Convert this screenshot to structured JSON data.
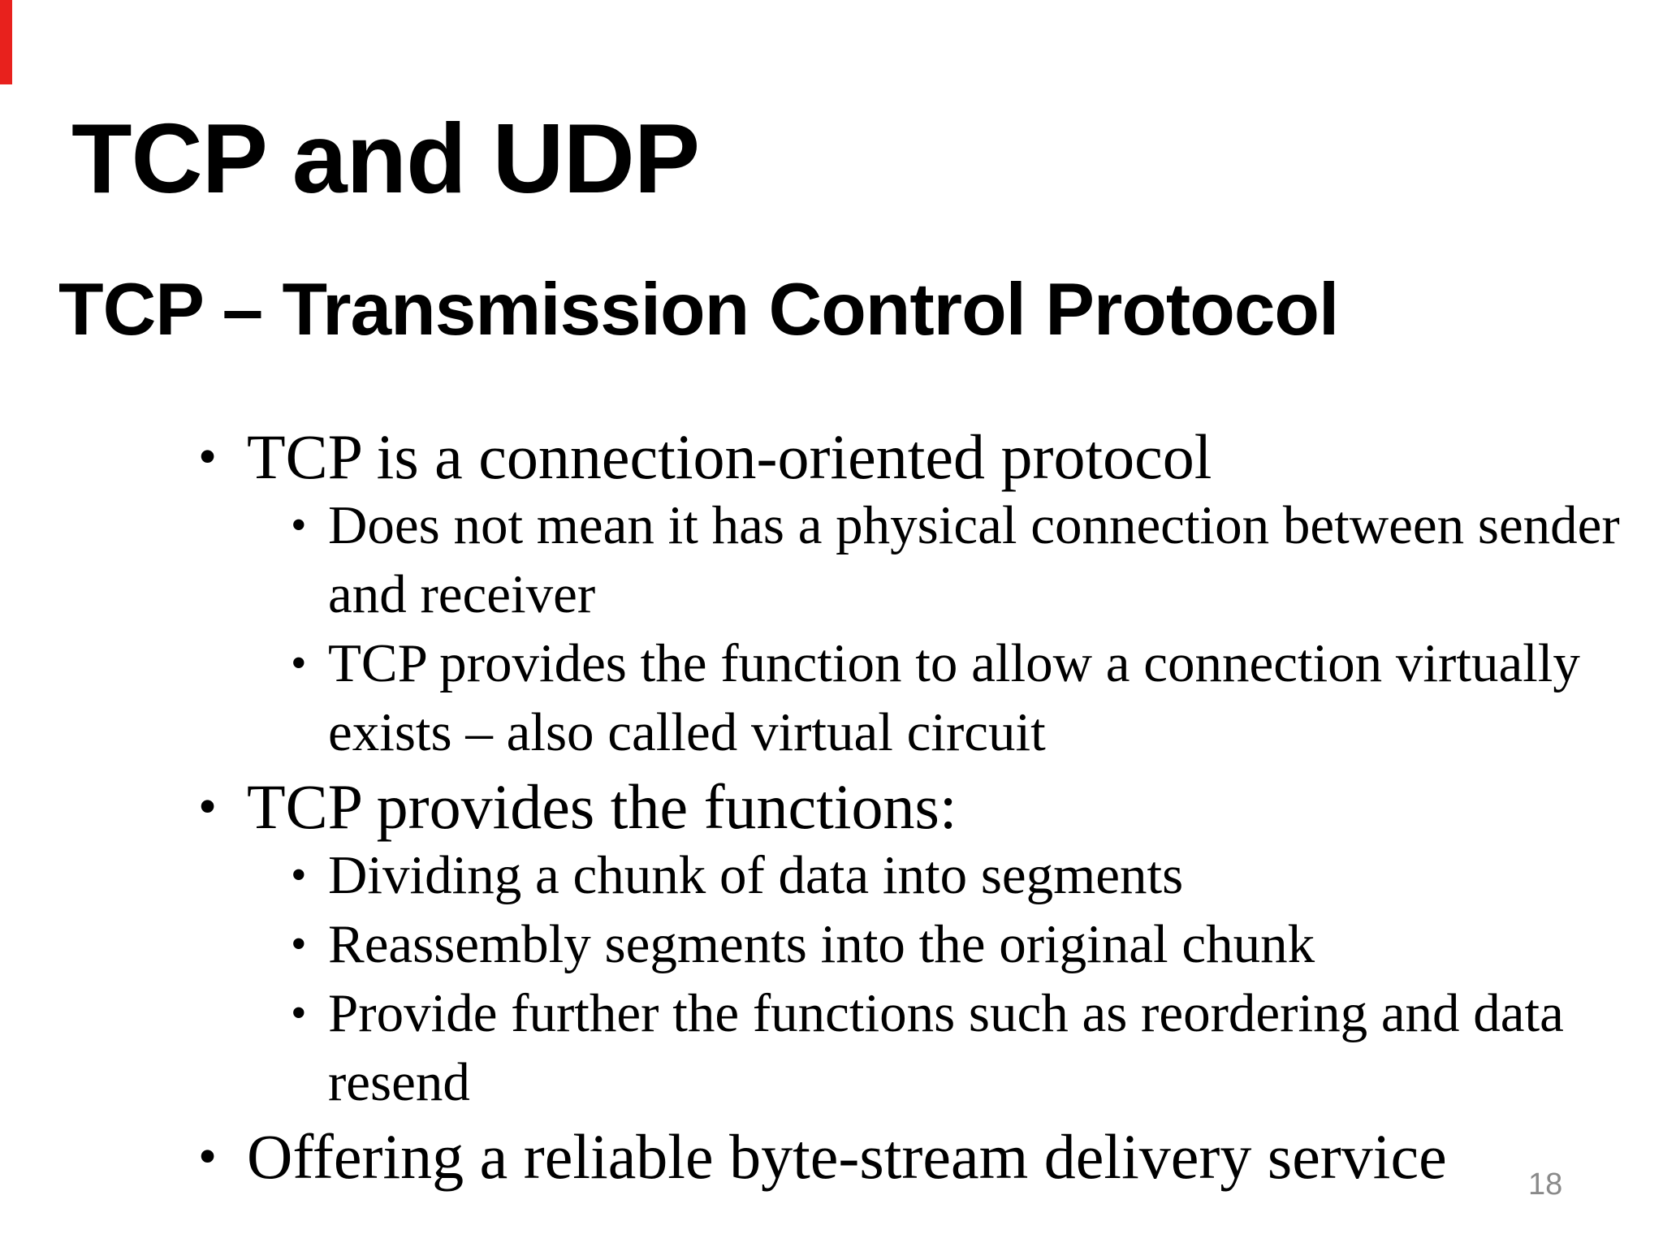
{
  "slide": {
    "title": "TCP and UDP",
    "subtitle": "TCP – Transmission Control Protocol",
    "bullet_char": "•",
    "accent_color": "#e8211d",
    "page_number_color": "#8a8a8a",
    "page_number": "18",
    "bullets": [
      {
        "level": 1,
        "text": "TCP is a connection-oriented protocol"
      },
      {
        "level": 2,
        "text": "Does not mean it has a physical connection between sender\nand receiver"
      },
      {
        "level": 2,
        "text": "TCP provides the function to allow a connection virtually\nexists – also called virtual circuit"
      },
      {
        "level": 1,
        "text": "TCP provides the functions:"
      },
      {
        "level": 2,
        "text": "Dividing a chunk of data into segments"
      },
      {
        "level": 2,
        "text": "Reassembly segments into the original chunk"
      },
      {
        "level": 2,
        "text": "Provide further the functions such as reordering and data\nresend"
      },
      {
        "level": 1,
        "text": "Offering a reliable byte-stream delivery service"
      }
    ]
  }
}
